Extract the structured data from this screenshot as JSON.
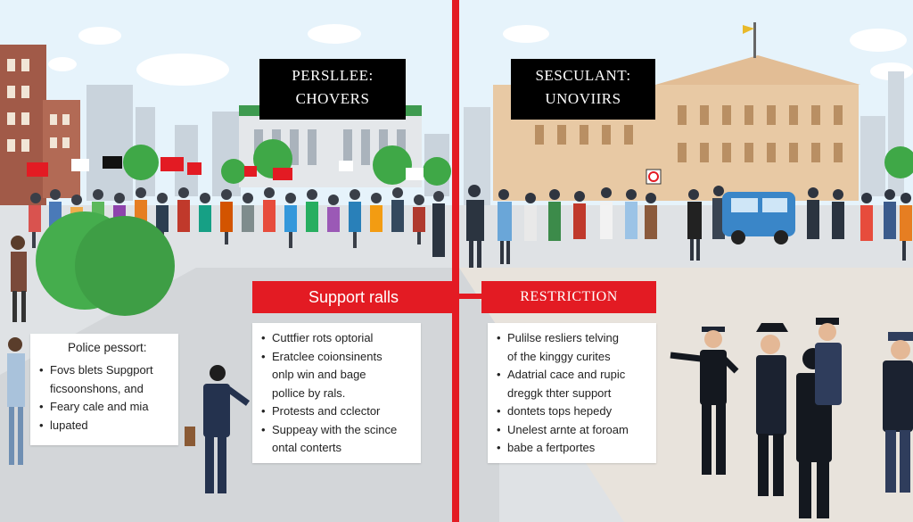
{
  "colors": {
    "accent_red": "#e31b23",
    "sign_black": "#000000",
    "card_white": "#ffffff",
    "sky": "#e6f3fb",
    "bush_green": "#42b04a"
  },
  "left_panel": {
    "sign_lines": [
      "PERSLLEE:",
      "CHOVERS"
    ],
    "banner": "Support ralls",
    "police_card": {
      "title": "Police pessort:",
      "items": [
        {
          "text": "Fovs blets Supgport",
          "bullet": true
        },
        {
          "text": "ficsoonshons, and",
          "bullet": false
        },
        {
          "text": "Feary cale and mia",
          "bullet": true
        },
        {
          "text": "lupated",
          "bullet": true
        }
      ]
    },
    "support_card": {
      "items": [
        {
          "text": "Cuttfier rots optorial",
          "bullet": true
        },
        {
          "text": "Eratclee coionsinents",
          "bullet": true
        },
        {
          "text": "onlp win and bage",
          "bullet": false
        },
        {
          "text": "pollice by rals.",
          "bullet": false
        },
        {
          "text": "Protests and cclector",
          "bullet": true
        },
        {
          "text": "Suppeay with the scince",
          "bullet": true
        },
        {
          "text": "ontal conterts",
          "bullet": false
        }
      ]
    }
  },
  "right_panel": {
    "sign_lines": [
      "SESCULANT:",
      "UNOVIIRS"
    ],
    "banner": "RESTRICTION",
    "restriction_card": {
      "items": [
        {
          "text": "Pulilse resliers telving",
          "bullet": true
        },
        {
          "text": "of the kinggy curites",
          "bullet": false
        },
        {
          "text": "Adatrial cace and rupic",
          "bullet": true
        },
        {
          "text": "dreggk thter support",
          "bullet": false
        },
        {
          "text": "dontets tops hepedy",
          "bullet": true
        },
        {
          "text": "Unelest arnte at foroam",
          "bullet": true
        },
        {
          "text": "babe a fertportes",
          "bullet": true
        }
      ]
    }
  }
}
